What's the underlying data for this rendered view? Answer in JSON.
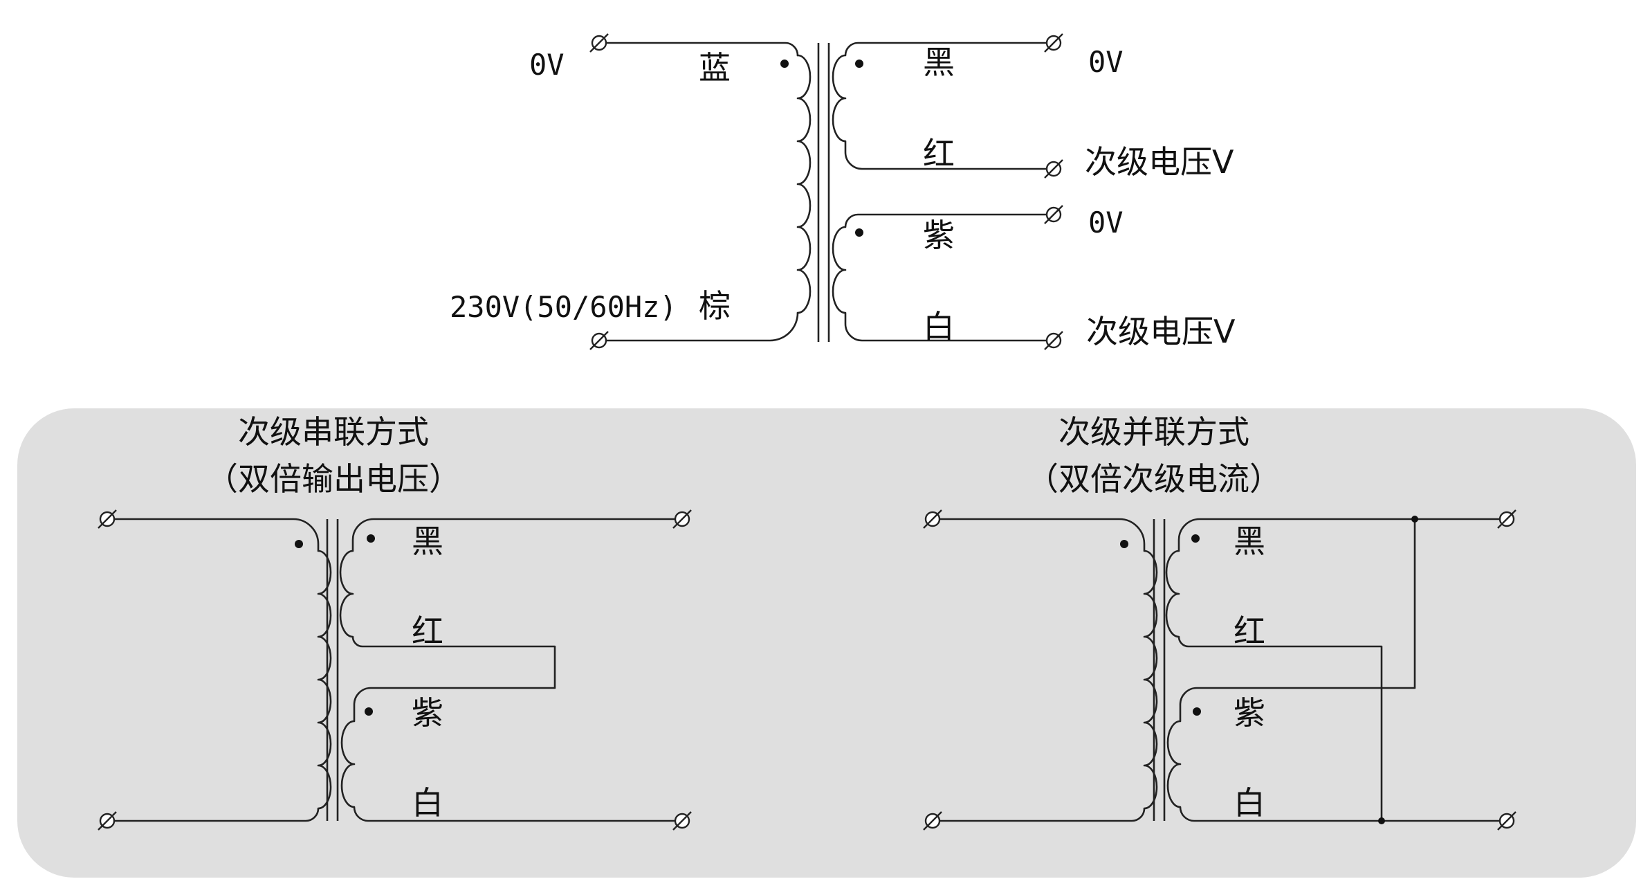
{
  "top": {
    "primary": {
      "voltage_top": "0V",
      "color_top": "蓝",
      "voltage_bottom": "230V(50/60Hz)",
      "color_bottom": "棕"
    },
    "secondary_1": {
      "color_top": "黑",
      "voltage_top": "0V",
      "color_bottom": "红",
      "voltage_bottom": "次级电压V"
    },
    "secondary_2": {
      "color_top": "紫",
      "voltage_top": "0V",
      "color_bottom": "白",
      "voltage_bottom": "次级电压V"
    }
  },
  "series": {
    "title": "次级串联方式",
    "subtitle": "（双倍输出电压）",
    "labels": {
      "black": "黑",
      "red": "红",
      "purple": "紫",
      "white": "白"
    }
  },
  "parallel": {
    "title": "次级并联方式",
    "subtitle": "（双倍次级电流）",
    "labels": {
      "black": "黑",
      "red": "红",
      "purple": "紫",
      "white": "白"
    }
  },
  "colors": {
    "panel_background": "#dfdfdf",
    "line": "#222222"
  }
}
